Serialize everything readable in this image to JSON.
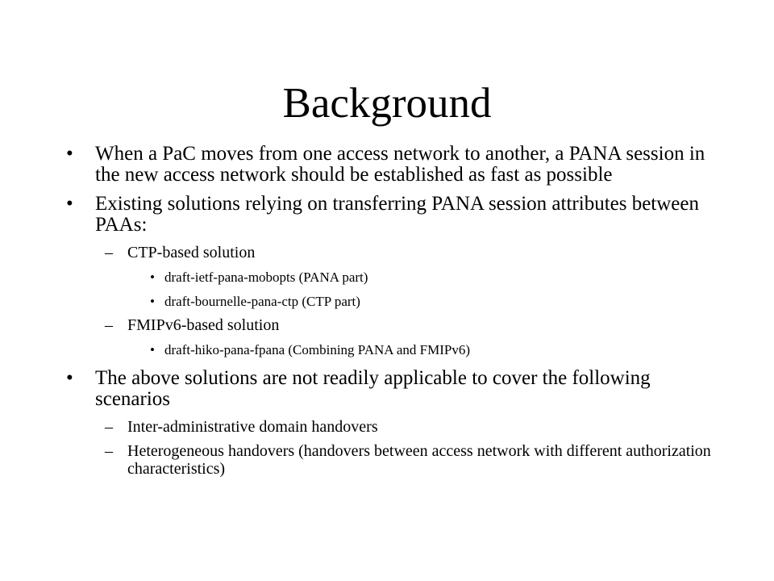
{
  "slide": {
    "title": "Background",
    "bullet_char": "•",
    "dash_char": "–",
    "items": [
      {
        "text": "When a PaC moves from one access network to another, a PANA session in the new access network should be established as fast as possible"
      },
      {
        "text": "Existing solutions relying on transferring PANA session attributes between PAAs:",
        "sub": [
          {
            "text": "CTP-based solution",
            "sub": [
              "draft-ietf-pana-mobopts (PANA part)",
              "draft-bournelle-pana-ctp (CTP part)"
            ]
          },
          {
            "text": "FMIPv6-based solution",
            "sub": [
              "draft-hiko-pana-fpana (Combining PANA and FMIPv6)"
            ]
          }
        ]
      },
      {
        "text": "The above solutions are not readily applicable to cover the following scenarios",
        "sub": [
          {
            "text": "Inter-administrative domain handovers"
          },
          {
            "text": "Heterogeneous handovers (handovers between access network with different authorization characteristics)"
          }
        ]
      }
    ]
  }
}
